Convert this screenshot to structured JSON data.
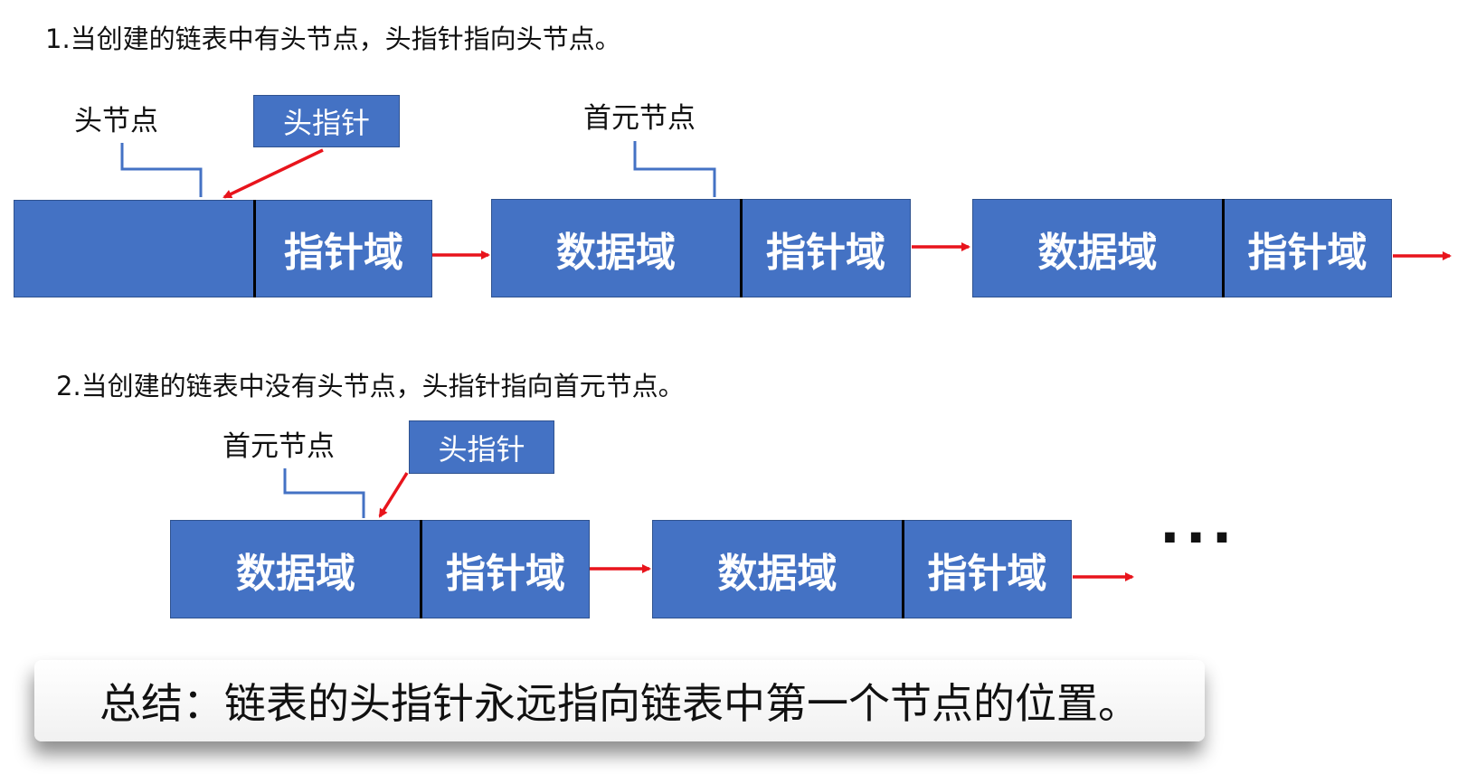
{
  "section1": {
    "heading": "1.当创建的链表中有头节点，头指针指向头节点。",
    "head_node_label": "头节点",
    "head_pointer_label": "头指针",
    "first_node_label": "首元节点",
    "nodes": [
      {
        "data": "",
        "pointer": "指针域"
      },
      {
        "data": "数据域",
        "pointer": "指针域"
      },
      {
        "data": "数据域",
        "pointer": "指针域"
      }
    ]
  },
  "section2": {
    "heading": "2.当创建的链表中没有头节点，头指针指向首元节点。",
    "first_node_label": "首元节点",
    "head_pointer_label": "头指针",
    "nodes": [
      {
        "data": "数据域",
        "pointer": "指针域"
      },
      {
        "data": "数据域",
        "pointer": "指针域"
      }
    ],
    "ellipsis": "···"
  },
  "summary": "总结：链表的头指针永远指向链表中第一个节点的位置。",
  "colors": {
    "node_fill": "#4472C4",
    "node_border": "#2F528F",
    "arrow": "#E8141C",
    "callout_line": "#4472C4",
    "divider": "#000000"
  }
}
